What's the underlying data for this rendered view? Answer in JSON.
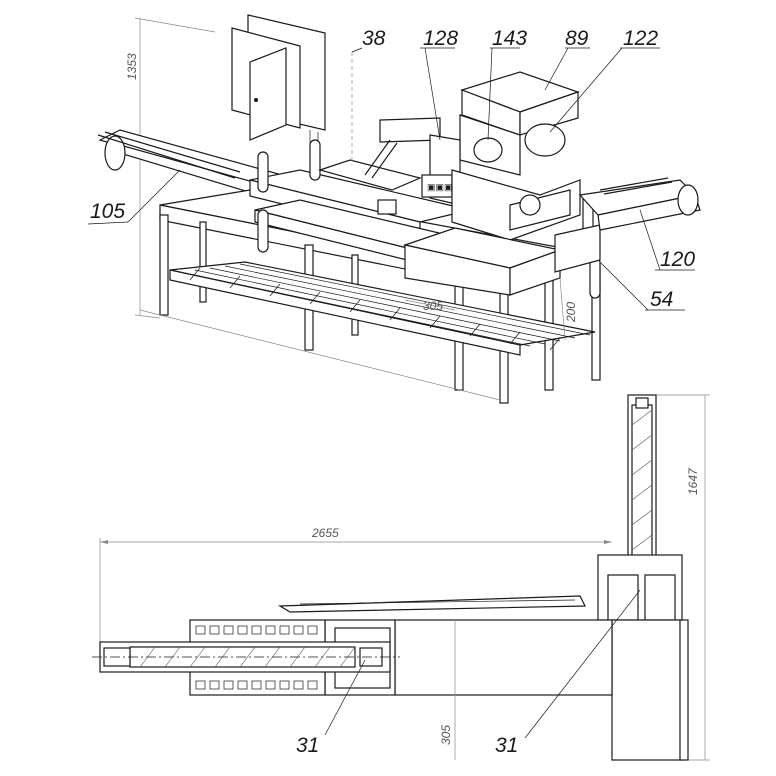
{
  "callouts": {
    "c38": "38",
    "c128": "128",
    "c143": "143",
    "c89": "89",
    "c122": "122",
    "c105": "105",
    "c120": "120",
    "c54": "54",
    "c31_left": "31",
    "c31_right": "31"
  },
  "dimensions": {
    "height_total": "1353",
    "inlet_width": "305",
    "inlet_height": "200",
    "overall_length": "2655",
    "side_depth": "1647",
    "plan_width": "305"
  }
}
